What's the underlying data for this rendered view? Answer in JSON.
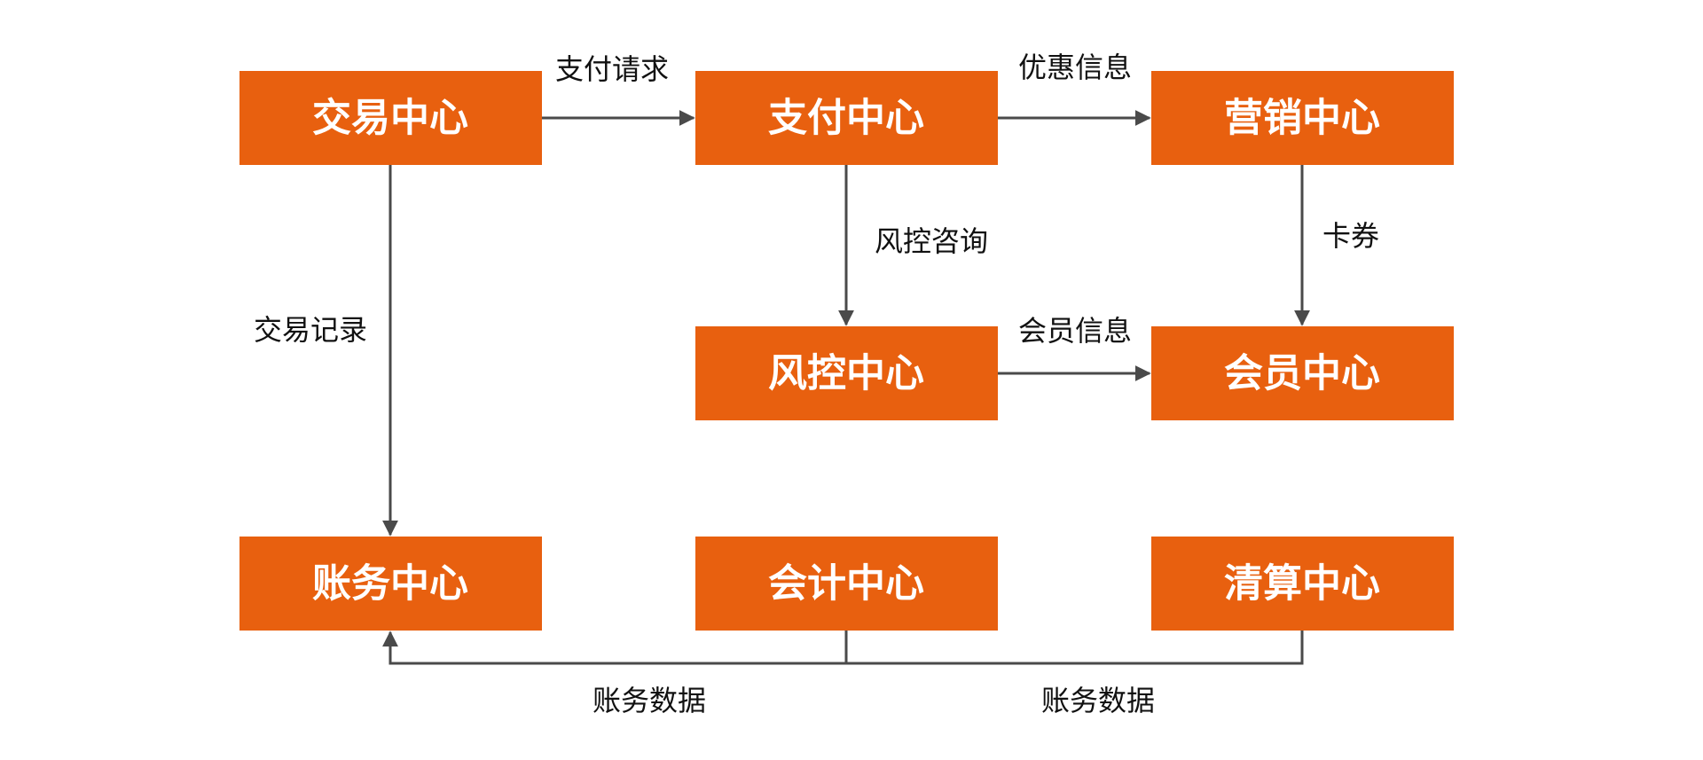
{
  "nodes": {
    "trade": "交易中心",
    "payment": "支付中心",
    "marketing": "营销中心",
    "risk": "风控中心",
    "member": "会员中心",
    "account": "账务中心",
    "accounting": "会计中心",
    "clearing": "清算中心"
  },
  "edges": {
    "pay_request": "支付请求",
    "discount_info": "优惠信息",
    "risk_consult": "风控咨询",
    "coupon": "卡券",
    "member_info": "会员信息",
    "trade_record": "交易记录",
    "ledger_data_left": "账务数据",
    "ledger_data_right": "账务数据"
  },
  "colors": {
    "node_fill": "#e8600f",
    "node_text": "#ffffff",
    "edge": "#4a4a4a",
    "label": "#111111"
  }
}
